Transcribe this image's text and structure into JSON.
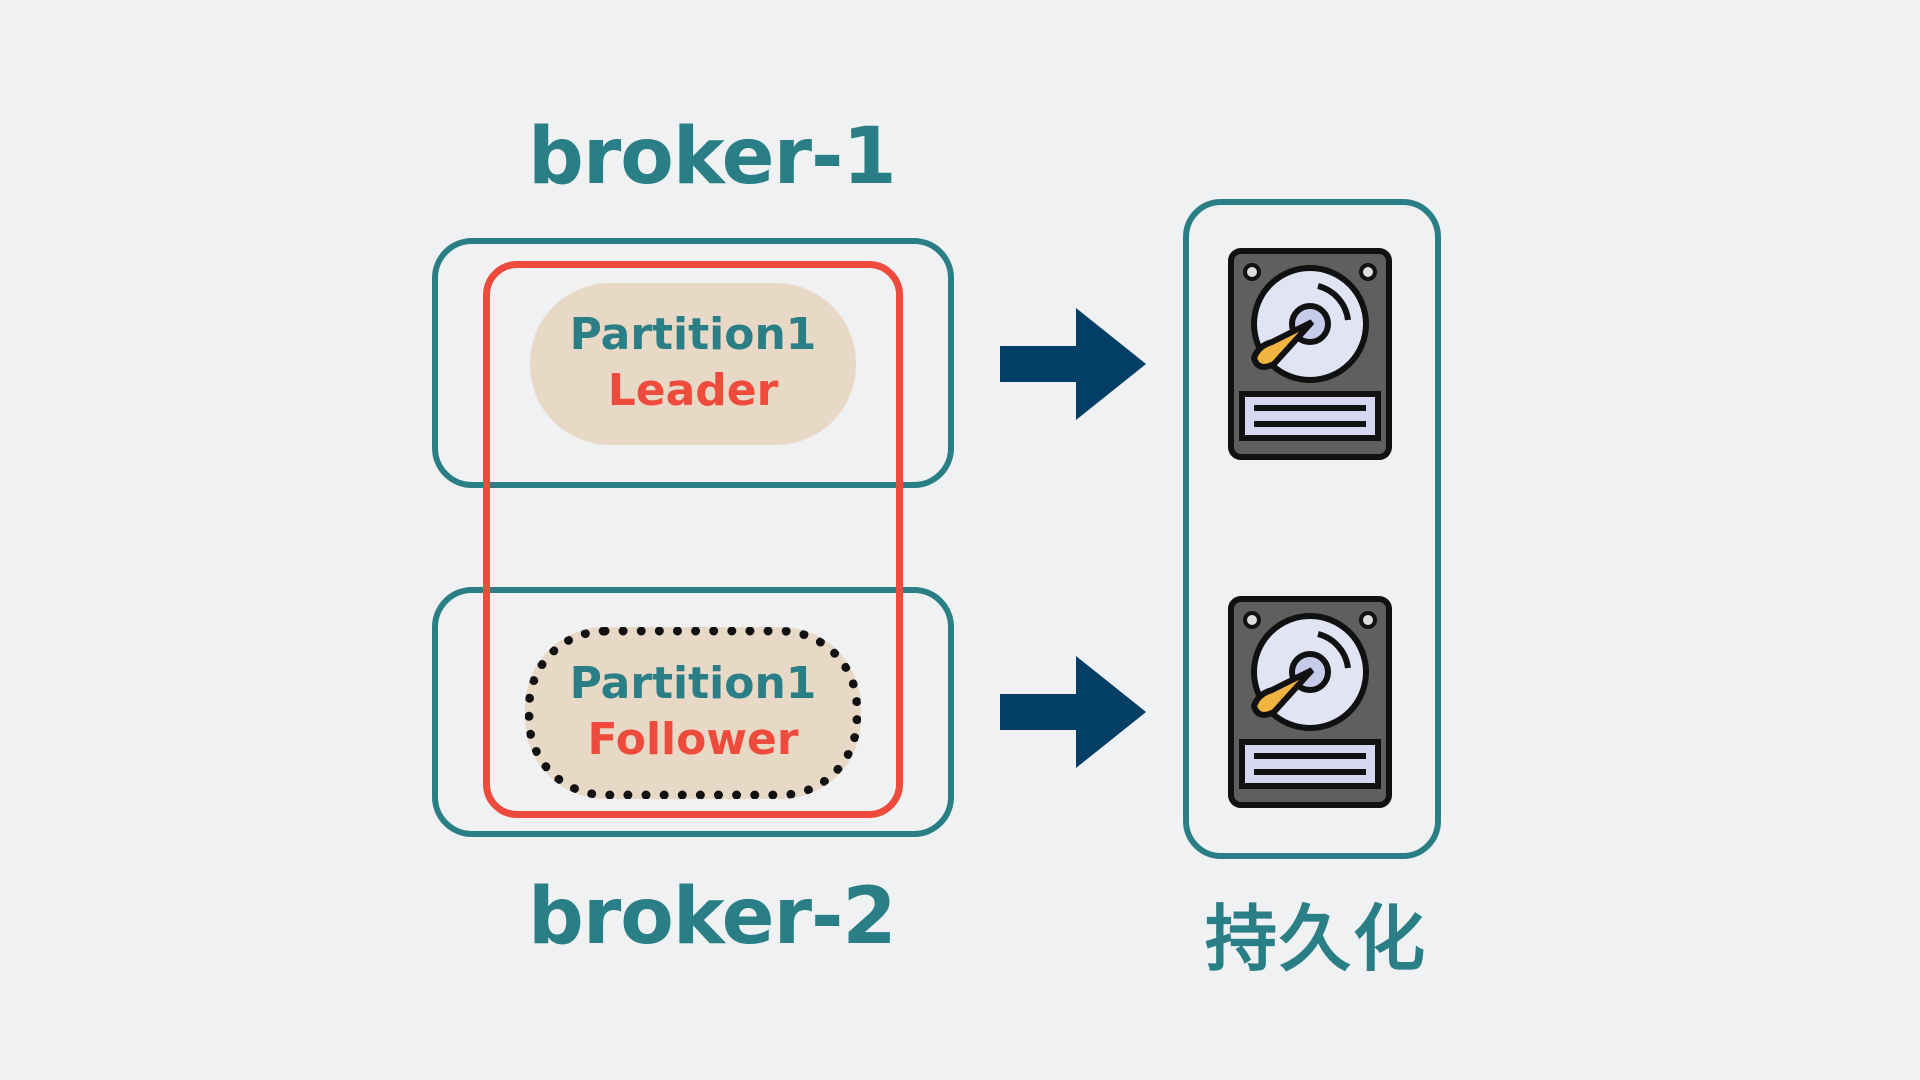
{
  "brokers": [
    {
      "title": "broker-1",
      "partition": {
        "name": "Partition1",
        "role": "Leader"
      }
    },
    {
      "title": "broker-2",
      "partition": {
        "name": "Partition1",
        "role": "Follower"
      }
    }
  ],
  "storage": {
    "title": "持久化",
    "icons": [
      "hard-drive-icon",
      "hard-drive-icon"
    ]
  },
  "colors": {
    "teal": "#2a7f86",
    "red": "#ee4b3c",
    "navy": "#023e66",
    "pill": "#e8d8c6",
    "background": "#eff1f3"
  }
}
